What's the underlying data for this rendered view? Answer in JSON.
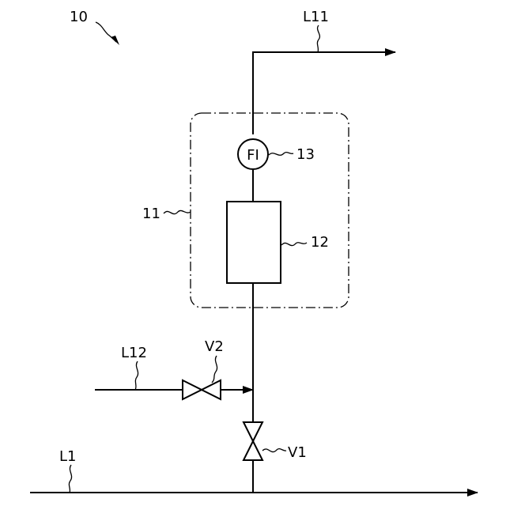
{
  "labels": {
    "system": "10",
    "unit": "11",
    "vessel": "12",
    "flow_indicator_ref": "13",
    "flow_indicator_symbol": "FI",
    "main_line": "L1",
    "outlet_line": "L11",
    "branch_line": "L12",
    "valve_main": "V1",
    "valve_branch": "V2"
  }
}
